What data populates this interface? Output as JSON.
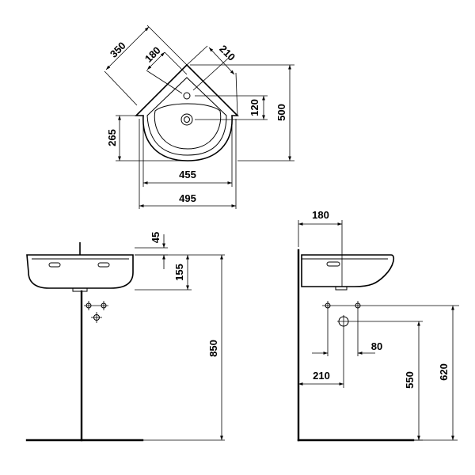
{
  "dimensions": {
    "top_350": "350",
    "top_180": "180",
    "top_210": "210",
    "top_120": "120",
    "top_500": "500",
    "top_265": "265",
    "top_455": "455",
    "top_495": "495",
    "front_45": "45",
    "front_155": "155",
    "front_850": "850",
    "side_180": "180",
    "side_80": "80",
    "side_210": "210",
    "side_550": "550",
    "side_620": "620"
  }
}
